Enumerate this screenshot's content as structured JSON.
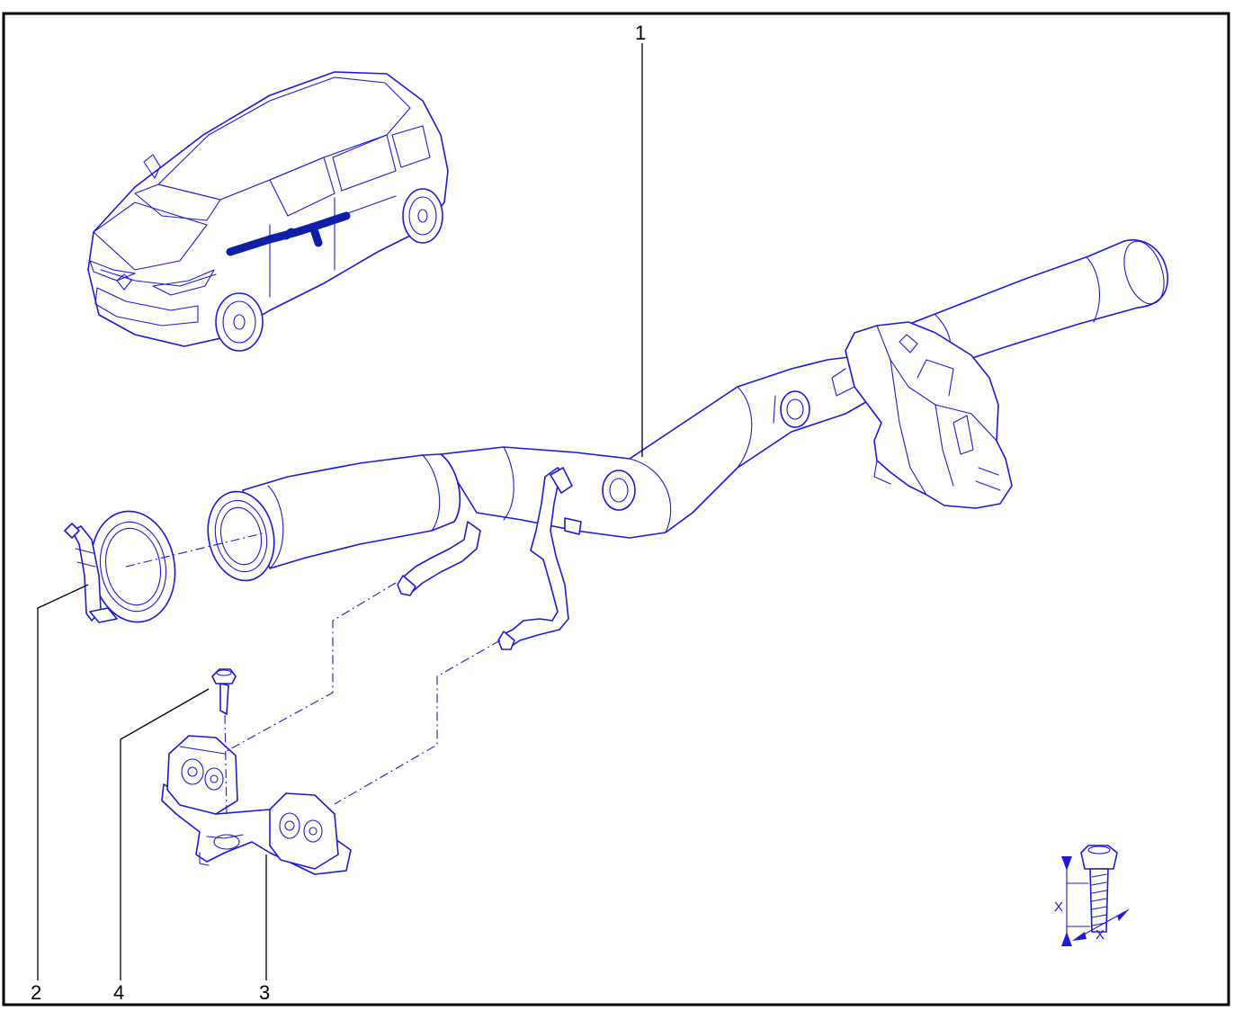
{
  "callouts": [
    {
      "id": "1",
      "label": "1"
    },
    {
      "id": "2",
      "label": "2"
    },
    {
      "id": "3",
      "label": "3"
    },
    {
      "id": "4",
      "label": "4"
    }
  ],
  "torque_detail": {
    "dimension_label_vertical": "X",
    "dimension_label_horizontal": "X"
  },
  "colors": {
    "line": "#1a1ae0",
    "highlight": "#0f1fa8",
    "frame": "#000000",
    "background": "#ffffff"
  }
}
